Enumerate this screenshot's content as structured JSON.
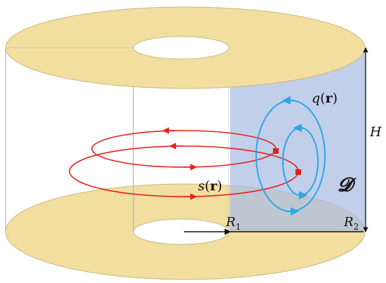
{
  "labels": {
    "q_func": "q",
    "q_arg": "r",
    "s_func": "s",
    "s_arg": "r",
    "domain": "𝓓",
    "height": "H",
    "r1_base": "R",
    "r1_sub": "1",
    "r2_base": "R",
    "r2_sub": "2"
  },
  "colors": {
    "annulus_fill": "#f2dfa0",
    "annulus_stroke": "#c8b880",
    "domain_fill": "#a9bde3",
    "red_loop": "#e8201c",
    "blue_loop": "#2aa7e6",
    "point_marker": "#e0201c",
    "wall_line": "#b0b0b0"
  }
}
